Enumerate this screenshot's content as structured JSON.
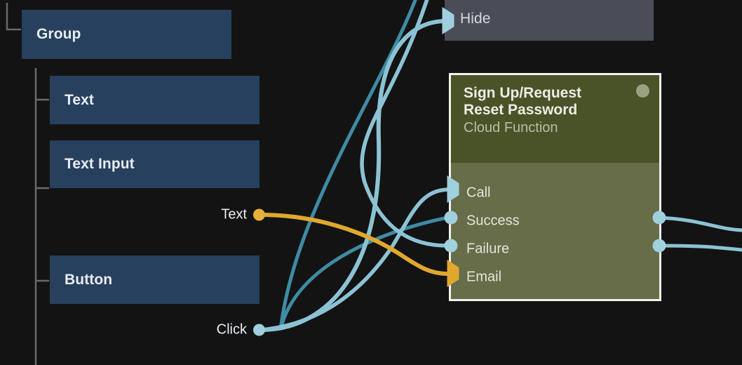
{
  "app": {
    "kind": "node-graph-editor",
    "background_color": "#131313"
  },
  "colors": {
    "node_header_blue": "#27405e",
    "node_body_blue": "#3e5475",
    "node_gray": "#4a4d57",
    "node_green_header": "#4a5227",
    "node_green_body": "#666d48",
    "node_green_border": "#f2f2ef",
    "wire_blue": "#8cc3d4",
    "wire_teal": "#3f8ba3",
    "wire_yellow": "#e0a82e",
    "port_yellow": "#e8b03a",
    "port_blue": "#a0cfdd",
    "badge_sage": "#9aa181",
    "tree_line": "#6a6a6a",
    "text_primary": "#e8edf2",
    "text_muted": "#b9bda6"
  },
  "tree": {
    "name": "hierarchy-connectors",
    "root_elbow": true
  },
  "nodes": [
    {
      "id": "group",
      "title": "Group",
      "type": "widget",
      "ports": []
    },
    {
      "id": "text",
      "title": "Text",
      "type": "widget",
      "ports": []
    },
    {
      "id": "text-input",
      "title": "Text Input",
      "type": "widget",
      "ports": [
        {
          "label": "Text",
          "side": "output",
          "shape": "circle",
          "color": "yellow"
        }
      ]
    },
    {
      "id": "button",
      "title": "Button",
      "type": "widget",
      "ports": [
        {
          "label": "Click",
          "side": "output",
          "shape": "circle",
          "color": "blue"
        }
      ]
    },
    {
      "id": "hide",
      "title": "Hide",
      "type": "action",
      "ports": [
        {
          "label": "",
          "side": "input",
          "shape": "arrow",
          "color": "blue"
        }
      ]
    },
    {
      "id": "cloud-function",
      "title": "Sign Up/Request\nReset Password",
      "subtitle": "Cloud Function",
      "type": "cloud-function",
      "selected": true,
      "badge": "status-dot",
      "ports": [
        {
          "label": "Call",
          "side": "input",
          "shape": "arrow",
          "color": "blue"
        },
        {
          "label": "Success",
          "side": "both",
          "shape": "circle",
          "color": "blue"
        },
        {
          "label": "Failure",
          "side": "both",
          "shape": "circle",
          "color": "blue"
        },
        {
          "label": "Email",
          "side": "input",
          "shape": "arrow",
          "color": "yellow"
        }
      ]
    }
  ],
  "connections": [
    {
      "from": "button.Click",
      "to": "hide.in",
      "color": "blue"
    },
    {
      "from": "button.Click",
      "to": "cloud-function.Call",
      "color": "blue"
    },
    {
      "from": "text-input.Text",
      "to": "cloud-function.Email",
      "color": "yellow"
    },
    {
      "from": "offscreen-top",
      "to": "cloud-function.Success",
      "color": "teal"
    },
    {
      "from": "offscreen-top",
      "to": "cloud-function.Failure",
      "color": "blue"
    },
    {
      "from": "cloud-function.Success",
      "to": "offscreen-right",
      "color": "blue"
    },
    {
      "from": "cloud-function.Failure",
      "to": "offscreen-right",
      "color": "blue"
    }
  ]
}
